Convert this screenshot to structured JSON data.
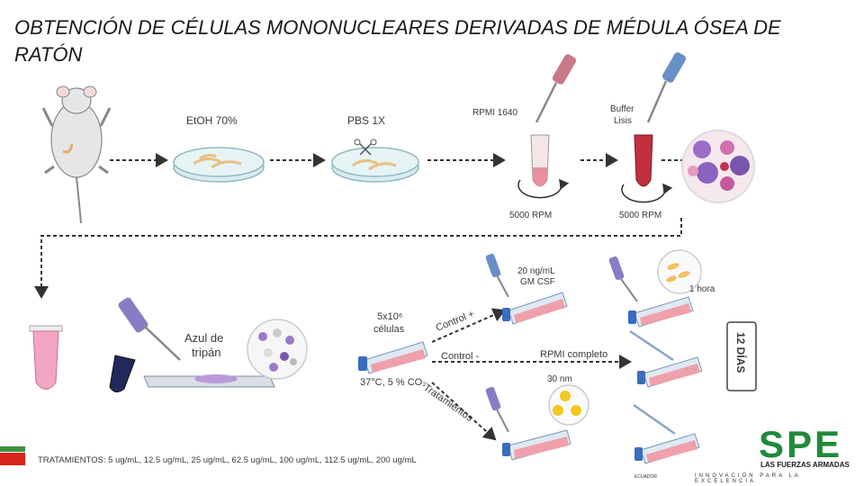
{
  "title": "OBTENCIÓN DE CÉLULAS MONONUCLEARES DERIVADAS DE MÉDULA ÓSEA DE RATÓN",
  "steps": {
    "etoh": "EtOH 70%",
    "pbs": "PBS 1X",
    "rpmi": "RPMI 1640",
    "buffer_line1": "Buffer",
    "buffer_line2": "Lisis",
    "rpm1": "5000 RPM",
    "rpm2": "5000 RPM",
    "azul_line1": "Azul de",
    "azul_line2": "tripán",
    "cells_line1": "5x10⁶",
    "cells_line2": "células",
    "conditions": "37°C, 5 % CO₂",
    "control_plus": "Control +",
    "control_minus": "Control -",
    "tratamientos": "Tratamientos",
    "gmcsf_line1": "20 ng/mL",
    "gmcsf_line2": "GM CSF",
    "rpmi_completo": "RPMI completo",
    "nm": "30 nm",
    "hora": "1 hora",
    "dias": "12 DÍAS"
  },
  "treatments": "TRATAMIENTOS: 5 ug/mL, 12.5 ug/mL, 25 ug/mL, 62.5 ug/mL, 100 ug/mL, 112.5 ug/mL, 200 ug/mL",
  "logo": {
    "text": "SPE",
    "subtitle": "LAS FUERZAS ARMADAS",
    "tagline": "INNOVACIÓN PARA LA EXCELENCIA",
    "small": "ECUADOR"
  },
  "colors": {
    "accent_red": "#c0394a",
    "pink": "#e07a8a",
    "purple": "#8a5cb0",
    "logo_green": "#1f8a3a"
  }
}
